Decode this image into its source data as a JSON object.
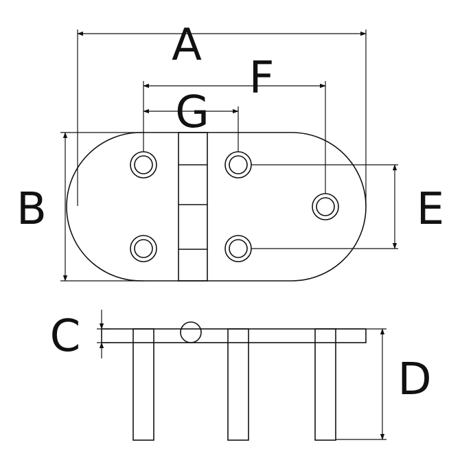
{
  "diagram": {
    "labels": {
      "a": "A",
      "b": "B",
      "c": "C",
      "d": "D",
      "e": "E",
      "f": "F",
      "g": "G"
    },
    "colors": {
      "stroke": "#111111",
      "background": "#ffffff"
    }
  }
}
